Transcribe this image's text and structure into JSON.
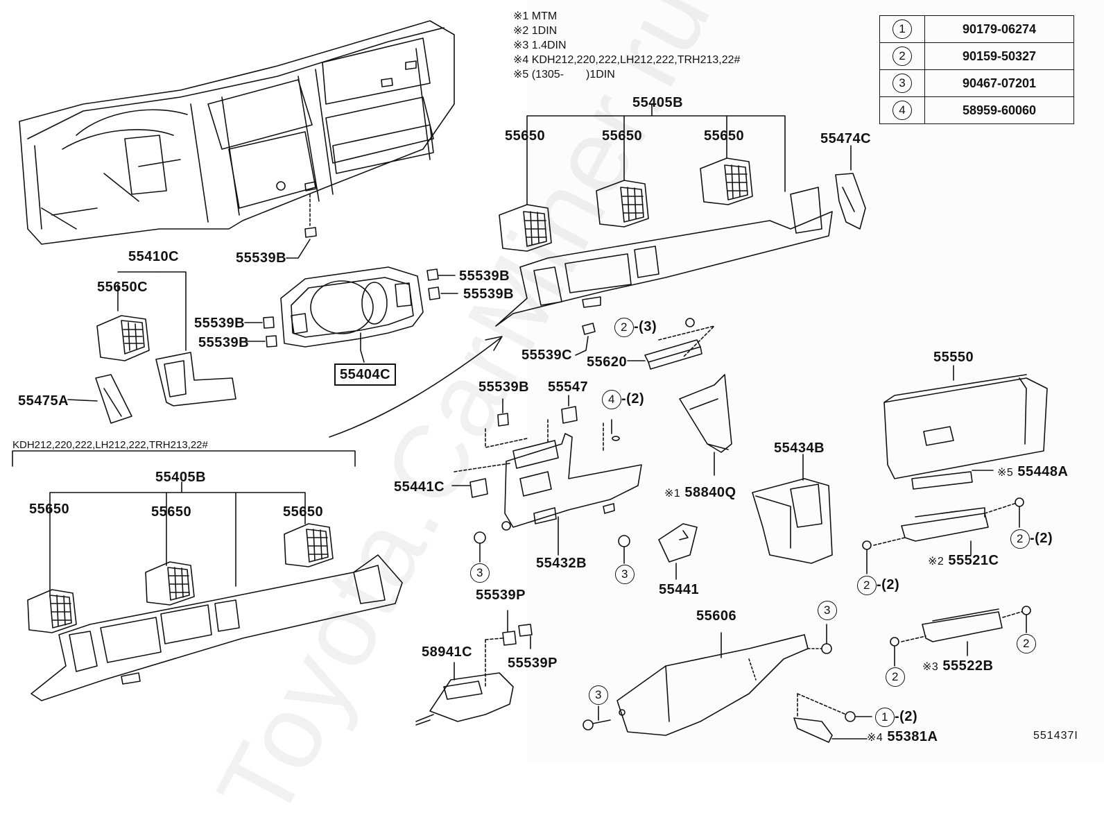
{
  "watermark": "Toyota.CarMiner.ru",
  "notes": [
    "※1 MTM",
    "※2 1DIN",
    "※3 1.4DIN",
    "※4 KDH212,220,222,LH212,222,TRH213,22#",
    "※5 (1305-　　)1DIN"
  ],
  "ref_table": [
    {
      "num": "1",
      "part": "90179-06274"
    },
    {
      "num": "2",
      "part": "90159-50327"
    },
    {
      "num": "3",
      "part": "90467-07201"
    },
    {
      "num": "4",
      "part": "58959-60060"
    }
  ],
  "variant_caption": "KDH212,220,222,LH212,222,TRH213,22#",
  "labels": {
    "p55405B_top": "55405B",
    "p55650_a": "55650",
    "p55650_b": "55650",
    "p55650_c": "55650",
    "p55474C": "55474C",
    "p55539B_1": "55539B",
    "p55410C": "55410C",
    "p55650C": "55650C",
    "p55539B_2": "55539B",
    "p55539B_3": "55539B",
    "p55539B_4": "55539B",
    "p55539B_5": "55539B",
    "p55404C": "55404C",
    "p55475A": "55475A",
    "p55539C": "55539C",
    "p55620": "55620",
    "p55620_callout": "-(3)",
    "p55539B_6": "55539B",
    "p55547": "55547",
    "p4_callout": "-(2)",
    "p55550": "55550",
    "p55448A": "55448A",
    "p55441C": "55441C",
    "p58840Q": "58840Q",
    "p55434B": "55434B",
    "p55432B": "55432B",
    "p55441": "55441",
    "p55521C": "55521C",
    "p2_right": "-(2)",
    "p2_left": "-(2)",
    "p55405B_bottom": "55405B",
    "p55650_d": "55650",
    "p55650_e": "55650",
    "p55650_f": "55650",
    "p55539P_1": "55539P",
    "p55539P_2": "55539P",
    "p58941C": "58941C",
    "p55606": "55606",
    "p55522B": "55522B",
    "p55381A": "55381A",
    "p1_callout": "-(2)",
    "drawing_code": "551437I"
  },
  "markers": {
    "star1": "※1",
    "star2": "※2",
    "star3": "※3",
    "star4": "※4",
    "star5": "※5",
    "c1": "1",
    "c2": "2",
    "c3": "3",
    "c4": "4"
  }
}
